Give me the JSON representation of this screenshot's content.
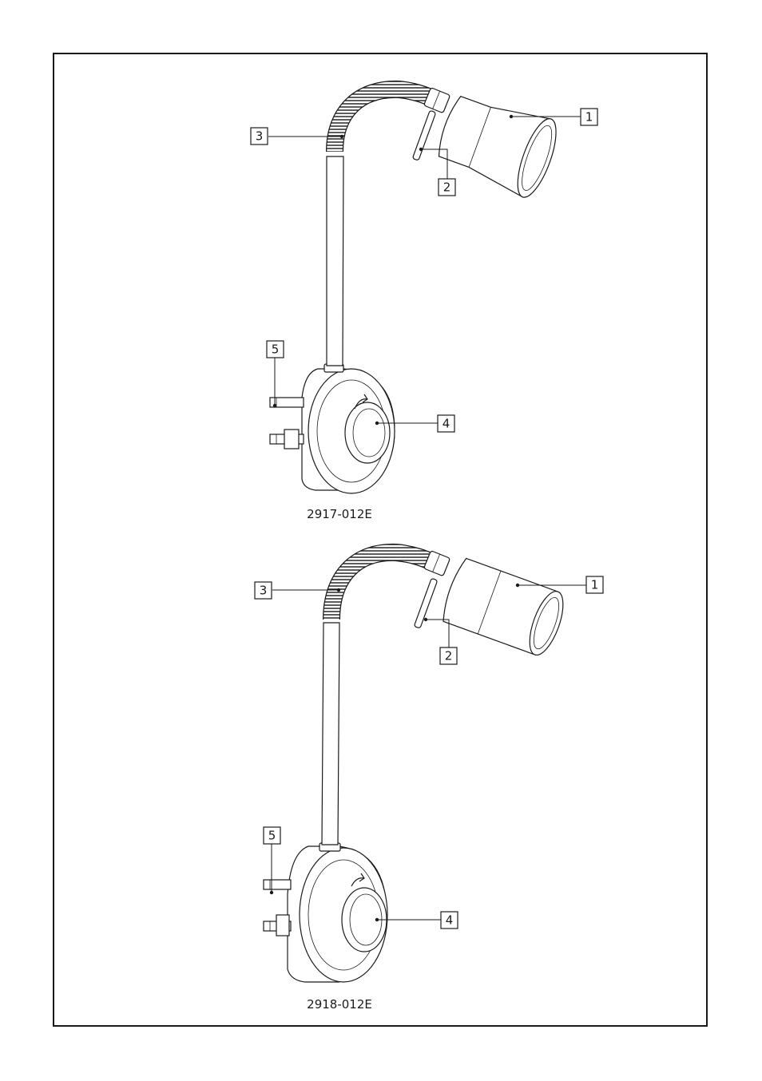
{
  "figures": [
    {
      "model": "2917-012E",
      "callouts": [
        "1",
        "2",
        "3",
        "4",
        "5"
      ]
    },
    {
      "model": "2918-012E",
      "callouts": [
        "1",
        "2",
        "3",
        "4",
        "5"
      ]
    }
  ]
}
